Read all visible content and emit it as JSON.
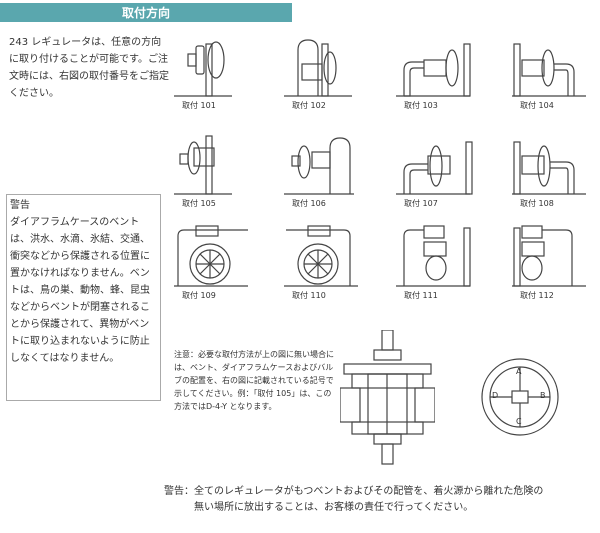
{
  "title": "取付方向",
  "intro": "243 レギュレータは、任意の方向に取り付けることが可能です。ご注文時には、右図の取付番号をご指定ください。",
  "warning_box": {
    "heading": "警告",
    "body": "ダイアフラムケースのベントは、洪水、水滴、氷結、交通、衝突などから保護される位置に置かなければなりません。ベントは、鳥の巣、動物、蜂、昆虫などからベントが閉塞されることから保護されて、異物がベントに取り込まれないように防止しなくてはなりません。"
  },
  "figures": [
    {
      "label": "取付 101",
      "kind": "vert"
    },
    {
      "label": "取付 102",
      "kind": "loop"
    },
    {
      "label": "取付 103",
      "kind": "elbow"
    },
    {
      "label": "取付 104",
      "kind": "elbow"
    },
    {
      "label": "取付 105",
      "kind": "vert"
    },
    {
      "label": "取付 106",
      "kind": "loop"
    },
    {
      "label": "取付 107",
      "kind": "elbow"
    },
    {
      "label": "取付 108",
      "kind": "elbow"
    },
    {
      "label": "取付 109",
      "kind": "round"
    },
    {
      "label": "取付 110",
      "kind": "round"
    },
    {
      "label": "取付 111",
      "kind": "drop"
    },
    {
      "label": "取付 112",
      "kind": "drop"
    }
  ],
  "note": "注意：必要な取付方法が上の図に無い場合には、ベント、ダイアフラムケースおよびバルブの配置を、右の図に記載されている記号で示してください。例：「取付 105」は、この方法ではD-4-Y となります。",
  "dial_letters": [
    "A",
    "B",
    "C",
    "D"
  ],
  "warning_bottom": {
    "line1": "警告：全てのレギュレータがもつベントおよびその配管を、着火源から離れた危険の",
    "line2": "無い場所に放出することは、お客様の責任で行ってください。"
  },
  "colors": {
    "accent": "#5aa7ae",
    "text": "#333333",
    "line": "#444444"
  }
}
